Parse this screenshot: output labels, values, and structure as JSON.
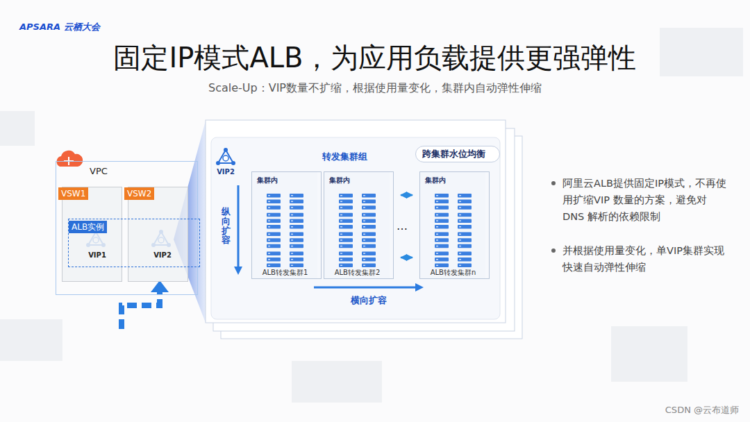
{
  "diagram": {
    "title": "固定IP模式ALB，为应用负载提供更强弹性",
    "caption": "Scale-Up：VIP数量不扩缩，根据使用量变化，集群内自动弹性伸缩",
    "nodes": [
      {
        "text": [
          "VPC"
        ]
      },
      {
        "text": [
          "VSW1"
        ],
        "in": 0
      },
      {
        "text": [
          "VSW2"
        ],
        "in": 0
      },
      {
        "text": [
          "ALB实例"
        ],
        "in": 0
      },
      {
        "text": [
          "VIP1"
        ],
        "in": 3
      },
      {
        "text": [
          "VIP2"
        ],
        "in": 3
      },
      {
        "text": [
          "转发集群组"
        ]
      },
      {
        "text": [
          "VIP2"
        ],
        "in": 6
      },
      {
        "text": [
          "跨集群水位均衡"
        ],
        "in": 6
      },
      {
        "text": [
          "集群内",
          "ALB转发集群1"
        ],
        "in": 6
      },
      {
        "text": [
          "集群内",
          "ALB转发集群2"
        ],
        "in": 6
      },
      {
        "text": [
          "集群内",
          "ALB转发集群n"
        ],
        "in": 6
      }
    ],
    "edges": [
      {
        "from": 10,
        "to": 11,
        "arrow": "both"
      },
      {
        "from": 10,
        "to": 11,
        "arrow": "both"
      }
    ],
    "labels": [
      "APSARA 云栖大会",
      "纵向扩容",
      "横向扩容",
      "…",
      "阿里云ALB提供固定IP模式，不再使用扩缩VIP 数量的方案，避免对 DNS 解析的依赖限制",
      "并根据使用量变化，单VIP集群实现快速自动弹性伸缩",
      "CSDN @云布道师"
    ]
  }
}
